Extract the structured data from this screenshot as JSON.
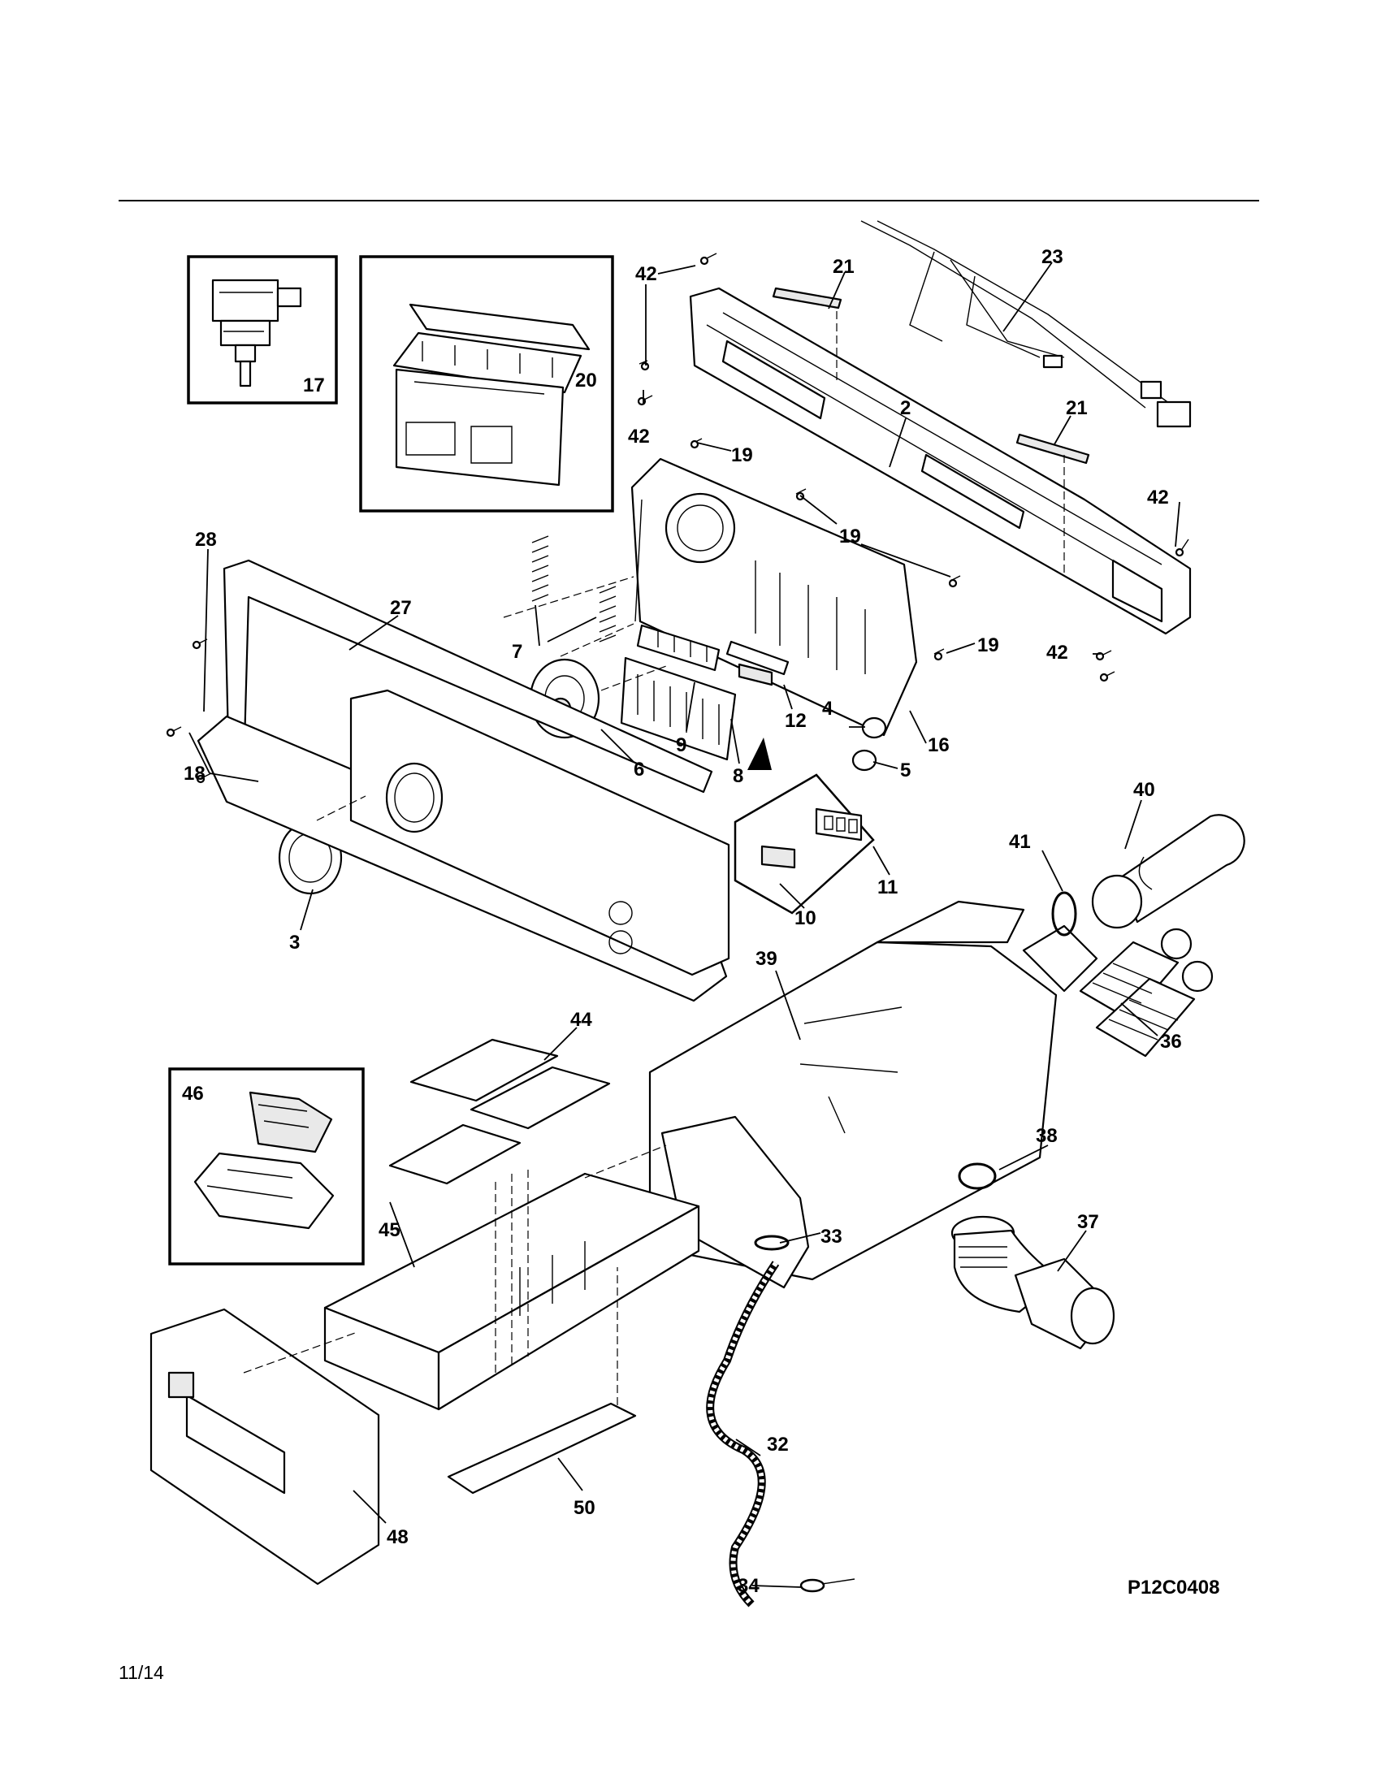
{
  "diagram": {
    "drawing_code": "P12C0408",
    "page_number": "11/14",
    "callouts": [
      {
        "id": "2",
        "label": "2"
      },
      {
        "id": "3",
        "label": "3"
      },
      {
        "id": "4",
        "label": "4"
      },
      {
        "id": "5",
        "label": "5"
      },
      {
        "id": "6",
        "label": "6"
      },
      {
        "id": "7",
        "label": "7"
      },
      {
        "id": "8",
        "label": "8"
      },
      {
        "id": "9",
        "label": "9"
      },
      {
        "id": "10",
        "label": "10"
      },
      {
        "id": "11",
        "label": "11"
      },
      {
        "id": "12",
        "label": "12"
      },
      {
        "id": "16",
        "label": "16"
      },
      {
        "id": "17",
        "label": "17"
      },
      {
        "id": "18",
        "label": "18"
      },
      {
        "id": "19a",
        "label": "19"
      },
      {
        "id": "19b",
        "label": "19"
      },
      {
        "id": "19c",
        "label": "19"
      },
      {
        "id": "20",
        "label": "20"
      },
      {
        "id": "21a",
        "label": "21"
      },
      {
        "id": "21b",
        "label": "21"
      },
      {
        "id": "23",
        "label": "23"
      },
      {
        "id": "27",
        "label": "27"
      },
      {
        "id": "28",
        "label": "28"
      },
      {
        "id": "32",
        "label": "32"
      },
      {
        "id": "33",
        "label": "33"
      },
      {
        "id": "34",
        "label": "34"
      },
      {
        "id": "36",
        "label": "36"
      },
      {
        "id": "37",
        "label": "37"
      },
      {
        "id": "38",
        "label": "38"
      },
      {
        "id": "39",
        "label": "39"
      },
      {
        "id": "40",
        "label": "40"
      },
      {
        "id": "41",
        "label": "41"
      },
      {
        "id": "42a",
        "label": "42"
      },
      {
        "id": "42b",
        "label": "42"
      },
      {
        "id": "42c",
        "label": "42"
      },
      {
        "id": "42d",
        "label": "42"
      },
      {
        "id": "44",
        "label": "44"
      },
      {
        "id": "45",
        "label": "45"
      },
      {
        "id": "46",
        "label": "46"
      },
      {
        "id": "48",
        "label": "48"
      },
      {
        "id": "50",
        "label": "50"
      }
    ]
  }
}
